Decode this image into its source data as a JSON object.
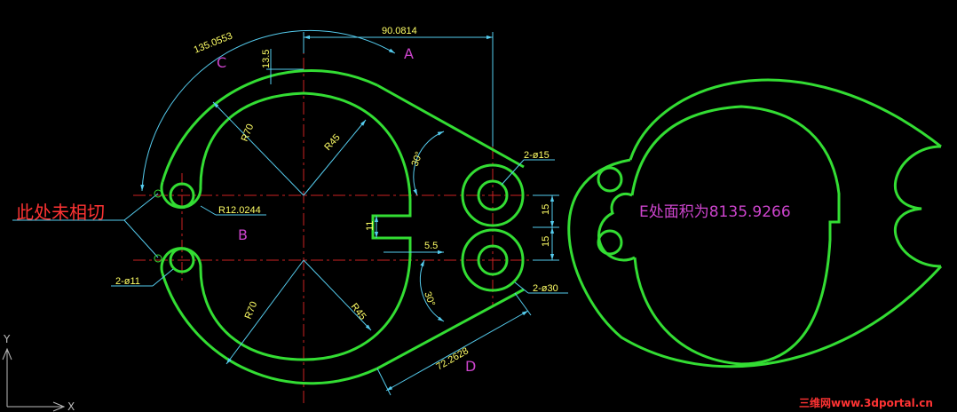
{
  "colors": {
    "background": "#000000",
    "profile": "#33dd33",
    "dimension": "#55ccee",
    "centerline": "#cc2222",
    "dim_text": "#ffff66",
    "letters": "#cc44cc",
    "note": "#ff3333",
    "area_text": "#cc44cc",
    "axis": "#bbbbbb",
    "watermark": "#ff3333"
  },
  "labels": {
    "A": "A",
    "B": "B",
    "C": "C",
    "D": "D"
  },
  "dimensions": {
    "d_90": "90.0814",
    "d_135": "135.0553",
    "d_13_5": "13.5",
    "d_r70_top": "R70",
    "d_r45_top": "R45",
    "d_30_top": "30°",
    "d_2_phi15": "2-ø15",
    "d_15a": "15",
    "d_15b": "15",
    "d_r12": "R12.0244",
    "d_11": "11",
    "d_5_5": "5.5",
    "d_2_phi11": "2-ø11",
    "d_r70_bot": "R70",
    "d_r45_bot": "R45",
    "d_30_bot": "30°",
    "d_2_phi30": "2-ø30",
    "d_72": "72.2628"
  },
  "note_text": "此处未相切",
  "area_text": "E处面积为8135.9266",
  "axis": {
    "x": "X",
    "y": "Y"
  },
  "watermark": "三维网www.3dportal.cn"
}
